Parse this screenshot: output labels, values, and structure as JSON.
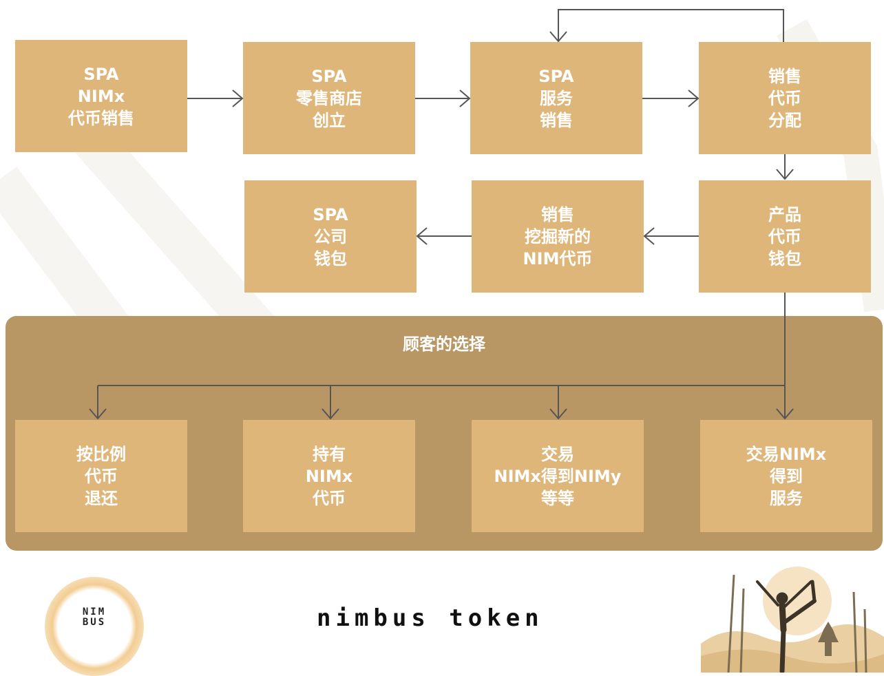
{
  "flow": {
    "row1": [
      {
        "lines": [
          "SPA",
          "NIMx",
          "代币销售"
        ]
      },
      {
        "lines": [
          "SPA",
          "零售商店",
          "创立"
        ]
      },
      {
        "lines": [
          "SPA",
          "服务",
          "销售"
        ]
      },
      {
        "lines": [
          "销售",
          "代币",
          "分配"
        ]
      }
    ],
    "row2": [
      {
        "lines": [
          "SPA",
          "公司",
          "钱包"
        ]
      },
      {
        "lines": [
          "销售",
          "挖掘新的",
          "NIM代币"
        ]
      },
      {
        "lines": [
          "产品",
          "代币",
          "钱包"
        ]
      }
    ]
  },
  "customer_choice": {
    "title": "顾客的选择",
    "options": [
      {
        "lines": [
          "按比例",
          "代币",
          "退还"
        ]
      },
      {
        "lines": [
          "持有",
          "NIMx",
          "代币"
        ]
      },
      {
        "lines": [
          "交易",
          "NIMx得到NIMy",
          "等等"
        ]
      },
      {
        "lines": [
          "交易NIMx",
          "得到",
          "服务"
        ]
      }
    ]
  },
  "footer": {
    "logo_lines": [
      "NIM",
      "BUS"
    ],
    "brand": "nimbus token"
  },
  "colors": {
    "box": "#dfb679",
    "panel": "#b89765",
    "arrow": "#555555",
    "text": "#ffffff"
  }
}
